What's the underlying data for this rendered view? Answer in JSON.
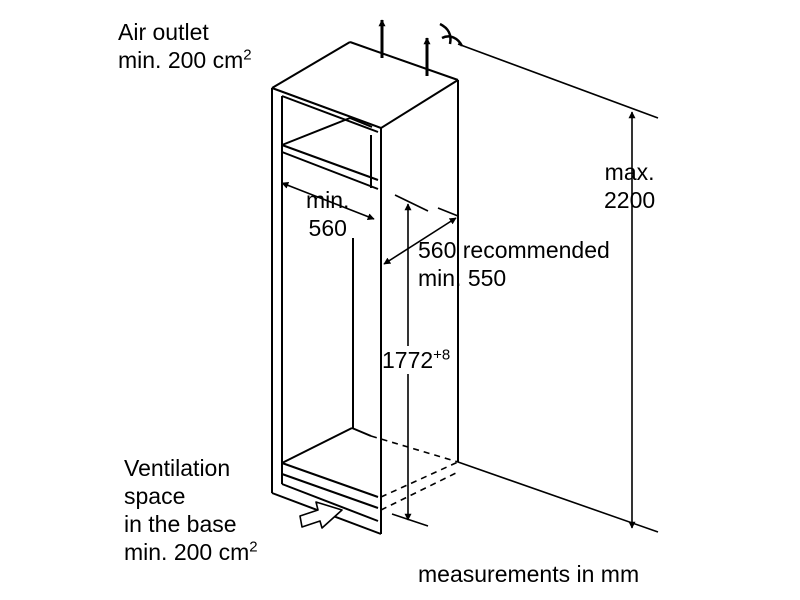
{
  "labels": {
    "air_outlet": {
      "line1": "Air outlet",
      "line2": "min. 200 cm",
      "sup": "2"
    },
    "max_height": {
      "line1": "max.",
      "line2": "2200"
    },
    "min_width": {
      "line1": "min.",
      "line2": "560"
    },
    "depth": {
      "line1": "560 recommended",
      "line2": "min. 550"
    },
    "niche_height": {
      "value": "1772",
      "sup": "+8"
    },
    "ventilation": {
      "line1": "Ventilation",
      "line2": "space",
      "line3": "in the base",
      "line4": "min. 200 cm",
      "sup": "2"
    },
    "units": "measurements in mm"
  },
  "colors": {
    "line": "#000000",
    "background": "#ffffff"
  }
}
